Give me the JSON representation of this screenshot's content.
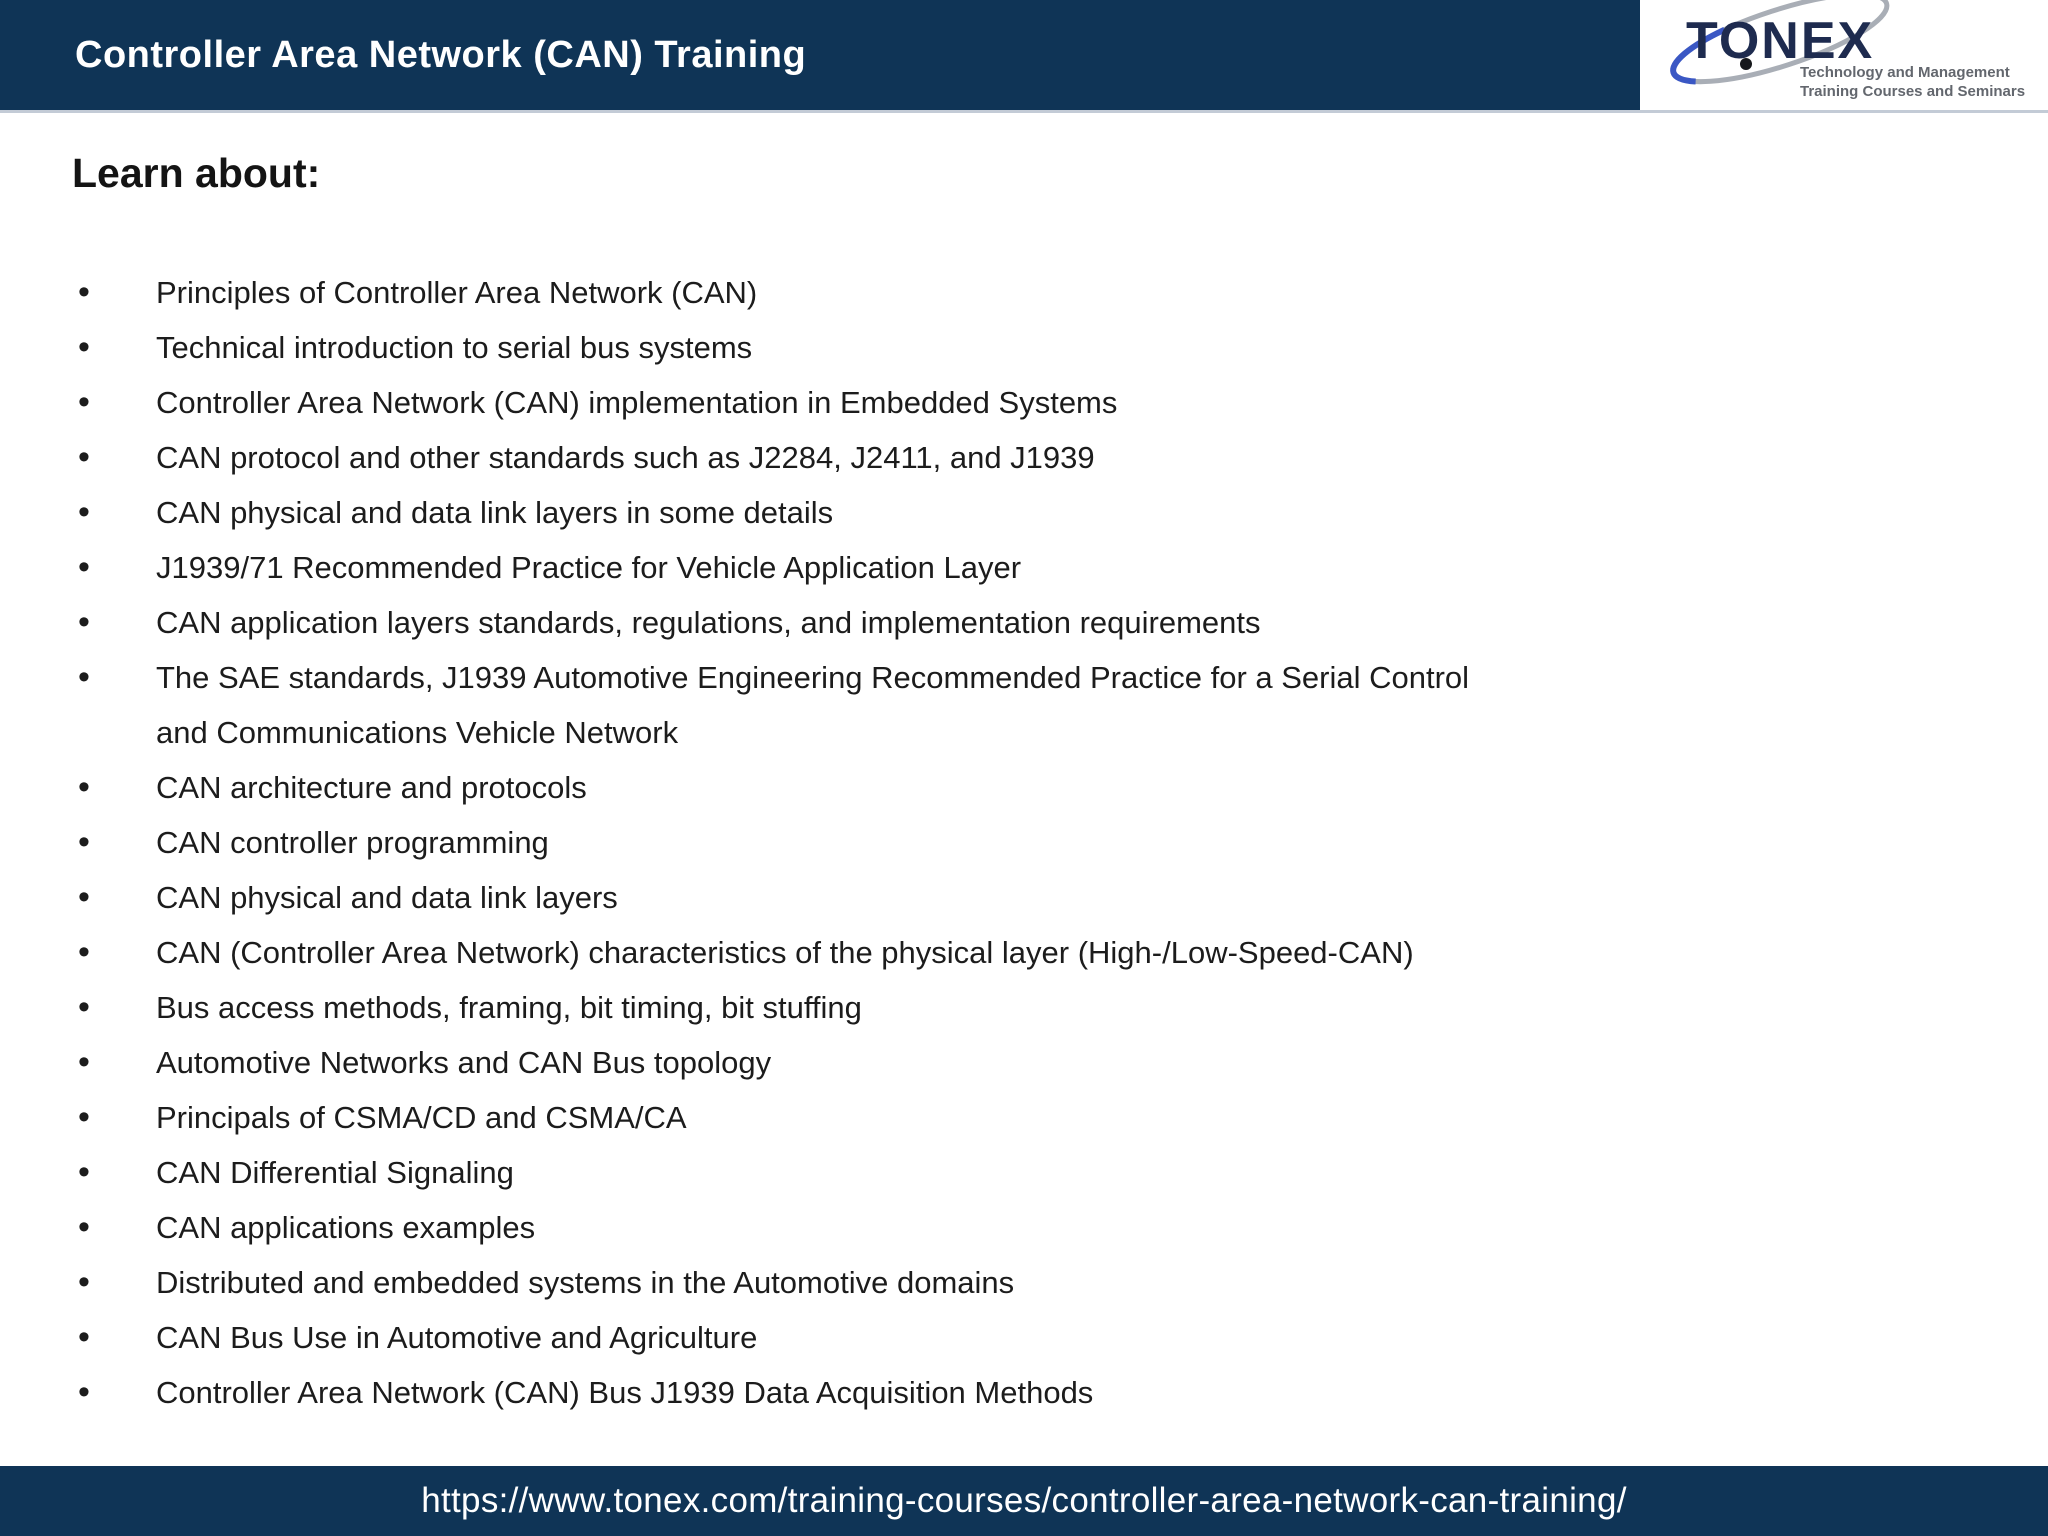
{
  "header": {
    "title": "Controller Area Network (CAN) Training"
  },
  "logo": {
    "brand": "TONEX",
    "tagline_line1": "Technology and Management",
    "tagline_line2": "Training Courses and Seminars"
  },
  "main": {
    "heading": "Learn about:",
    "bullets": [
      "Principles of Controller Area Network (CAN)",
      "Technical introduction to serial bus systems",
      "Controller Area Network (CAN) implementation in  Embedded Systems",
      "CAN protocol and other standards such as J2284, J2411, and J1939",
      "CAN physical and data link layers in some details",
      "J1939/71 Recommended Practice for Vehicle Application Layer",
      "CAN application layers standards, regulations, and implementation requirements",
      "The SAE standards, J1939 Automotive Engineering Recommended Practice for a Serial Control and Communications Vehicle Network",
      "CAN architecture and protocols",
      "CAN controller programming",
      "CAN physical and data link  layers",
      "CAN (Controller Area Network) characteristics of the physical layer (High-/Low-Speed-CAN)",
      "Bus access methods, framing, bit timing, bit stuffing",
      "Automotive Networks and CAN Bus topology",
      "Principals of CSMA/CD and CSMA/CA",
      "CAN Differential Signaling",
      "CAN applications examples",
      "Distributed and embedded systems  in the Automotive domains",
      "CAN Bus Use in Automotive and Agriculture",
      "Controller Area Network (CAN) Bus J1939 Data Acquisition Methods"
    ]
  },
  "footer": {
    "url": "https://www.tonex.com/training-courses/controller-area-network-can-training/"
  },
  "colors": {
    "navy": "#0f3456",
    "logo_text": "#1e2b4f",
    "orbit_gray": "#a9aeb6",
    "orbit_blue": "#3a57c4",
    "tagline_gray": "#63676e"
  }
}
